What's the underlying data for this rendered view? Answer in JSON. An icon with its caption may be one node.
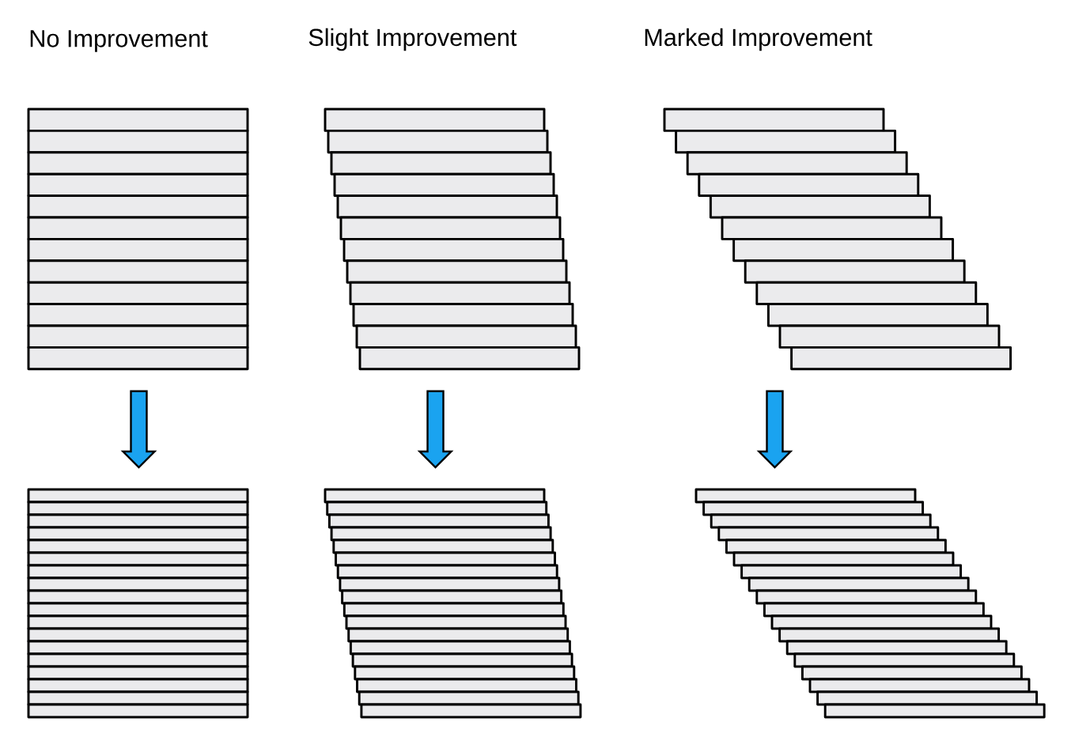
{
  "diagram": {
    "nodes": [
      {
        "text": [],
        "shape": "bar"
      },
      {
        "text": [],
        "shape": "bar"
      },
      {
        "text": [],
        "shape": "bar"
      },
      {
        "text": [],
        "shape": "bar"
      },
      {
        "text": [],
        "shape": "bar"
      },
      {
        "text": [],
        "shape": "bar"
      }
    ],
    "edges": [
      {
        "from": 0,
        "to": 3,
        "arrow": "to"
      },
      {
        "from": 1,
        "to": 4,
        "arrow": "to"
      },
      {
        "from": 2,
        "to": 5,
        "arrow": "to"
      }
    ],
    "labels": [
      "No Improvement",
      "Slight Improvement",
      "Marked Improvement"
    ]
  }
}
